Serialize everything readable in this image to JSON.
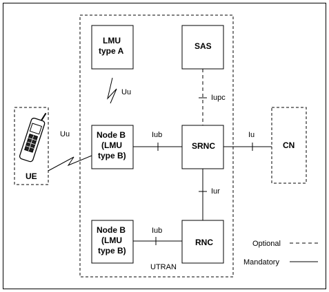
{
  "nodes": {
    "lmu_type_a": [
      "LMU",
      "type A"
    ],
    "sas": "SAS",
    "node_b_1": [
      "Node B",
      "(LMU",
      "type B)"
    ],
    "srnc": "SRNC",
    "cn": "CN",
    "ue": "UE",
    "node_b_2": [
      "Node B",
      "(LMU",
      "type B)"
    ],
    "rnc": "RNC"
  },
  "region": {
    "utran": "UTRAN"
  },
  "interfaces": {
    "uu_radio": "Uu",
    "uu_ue": "Uu",
    "iupc": "Iupc",
    "iub_1": "Iub",
    "iu": "Iu",
    "iur": "Iur",
    "iub_2": "Iub"
  },
  "legend": {
    "optional": "Optional",
    "mandatory": "Mandatory"
  }
}
